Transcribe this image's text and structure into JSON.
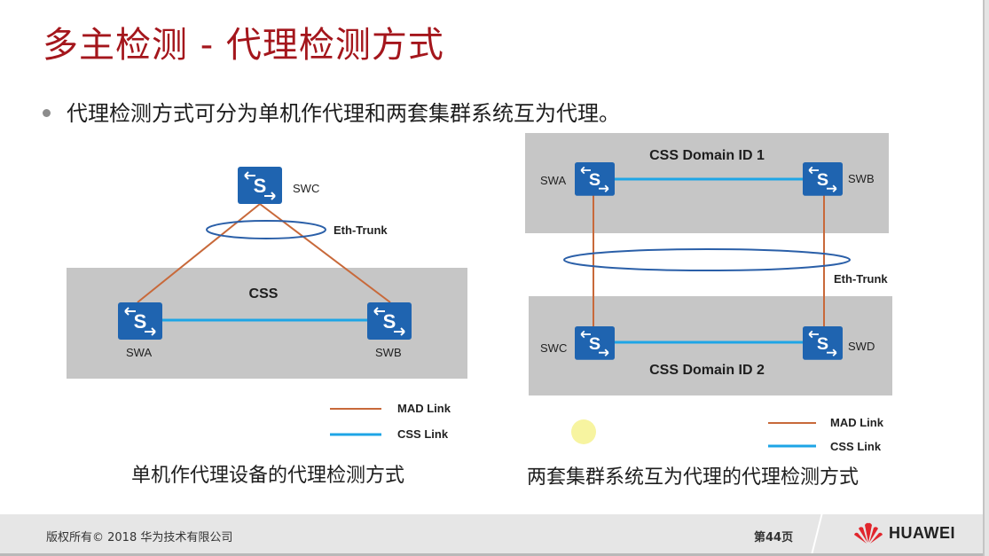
{
  "slide": {
    "title": "多主检测 - 代理检测方式",
    "bullet": "代理检测方式可分为单机作代理和两套集群系统互为代理。"
  },
  "left_diagram": {
    "box_label": "CSS",
    "nodes": {
      "top": "SWC",
      "left": "SWA",
      "right": "SWB"
    },
    "trunk_label": "Eth-Trunk",
    "legend": {
      "mad": "MAD Link",
      "css": "CSS Link"
    },
    "caption": "单机作代理设备的代理检测方式"
  },
  "right_diagram": {
    "domain1_label": "CSS Domain ID 1",
    "domain2_label": "CSS Domain ID 2",
    "nodes": {
      "top_left": "SWA",
      "top_right": "SWB",
      "bottom_left": "SWC",
      "bottom_right": "SWD"
    },
    "trunk_label": "Eth-Trunk",
    "legend": {
      "mad": "MAD Link",
      "css": "CSS Link"
    },
    "caption": "两套集群系统互为代理的代理检测方式"
  },
  "colors": {
    "title": "#a4161c",
    "switch": "#1f64b0",
    "mad_link": "#c8693a",
    "css_link": "#1ea5e6",
    "trunk": "#2a5fa8",
    "box": "#c6c6c6"
  },
  "footer": {
    "copyright": "版权所有© 2018 华为技术有限公司",
    "page": "第44页",
    "brand": "HUAWEI"
  }
}
